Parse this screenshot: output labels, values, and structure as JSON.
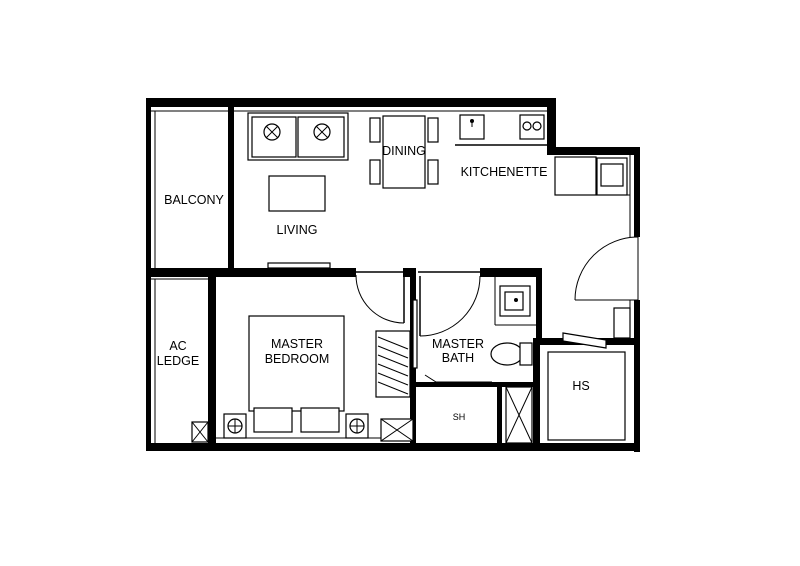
{
  "rooms": {
    "balcony": "BALCONY",
    "living": "LIVING",
    "dining": "DINING",
    "kitchenette": "KITCHENETTE",
    "ac_ledge_line1": "AC",
    "ac_ledge_line2": "LEDGE",
    "master_bedroom_line1": "MASTER",
    "master_bedroom_line2": "BEDROOM",
    "master_bath_line1": "MASTER",
    "master_bath_line2": "BATH",
    "shower": "SH",
    "household_shelter": "HS"
  }
}
